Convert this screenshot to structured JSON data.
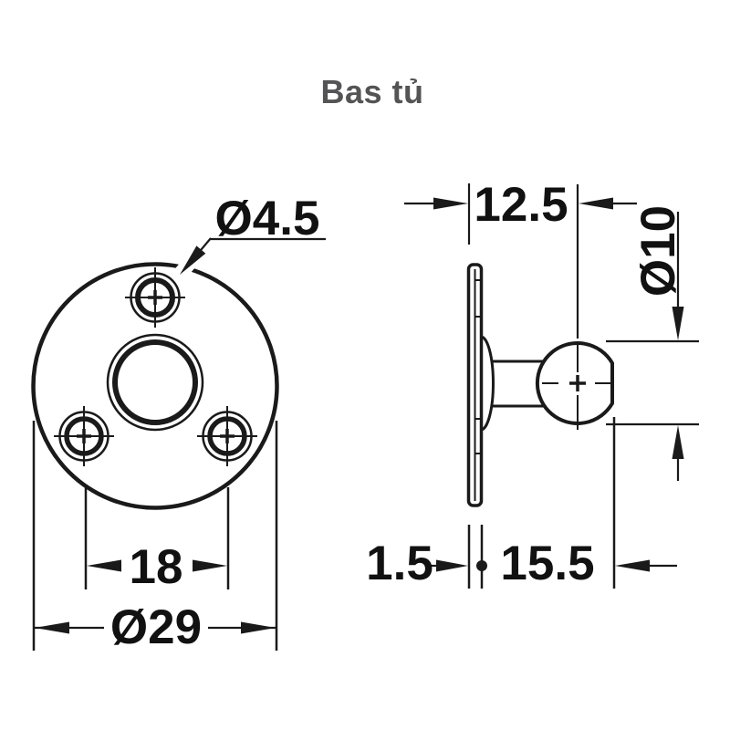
{
  "title": "Bas tủ",
  "colors": {
    "ink": "#1a1a1a",
    "dimension_text": "#111111",
    "title_text": "#545456",
    "background": "#ffffff"
  },
  "views": {
    "front": {
      "name": "front-view-round-mounting-plate",
      "labels": {
        "screw_hole_diameter": "Ø4.5",
        "screw_hole_spacing": "18",
        "plate_diameter": "Ø29"
      }
    },
    "side": {
      "name": "side-view-ball-stud",
      "labels": {
        "overall_depth": "12.5",
        "ball_diameter": "Ø10",
        "plate_thickness": "1.5",
        "stud_length": "15.5"
      }
    }
  }
}
